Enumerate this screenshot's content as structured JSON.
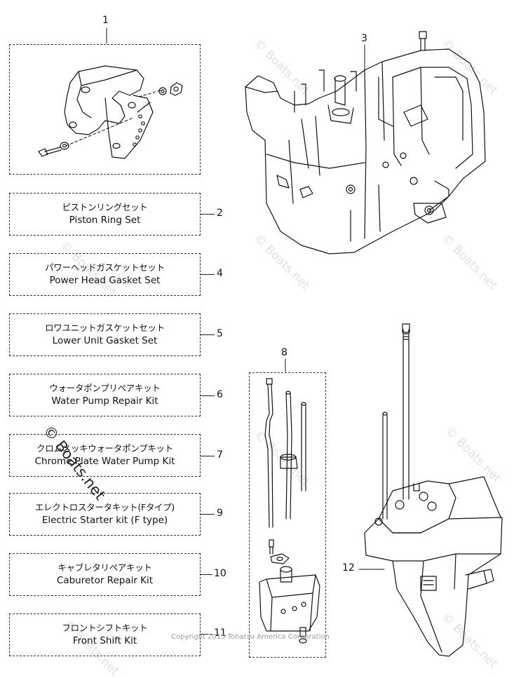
{
  "callouts": {
    "n1": "1",
    "n2": "2",
    "n3": "3",
    "n4": "4",
    "n5": "5",
    "n6": "6",
    "n7": "7",
    "n8": "8",
    "n9": "9",
    "n10": "10",
    "n11": "11",
    "n12": "12"
  },
  "kits": [
    {
      "jp": "ピストンリングセット",
      "en": "Piston Ring Set"
    },
    {
      "jp": "パワーヘッドガスケットセット",
      "en": "Power Head Gasket Set"
    },
    {
      "jp": "ロワユニットガスケットセット",
      "en": "Lower Unit Gasket Set"
    },
    {
      "jp": "ウォータポンプリペアキット",
      "en": "Water Pump Repair Kit"
    },
    {
      "jp": "クロムメッキウォータポンプキット",
      "en": "Chrome Plate Water Pump Kit"
    },
    {
      "jp": "エレクトロスタータキット(Fタイプ)",
      "en": "Electric Starter kit (F type)"
    },
    {
      "jp": "キャブレタリペアキット",
      "en": "Caburetor Repair Kit"
    },
    {
      "jp": "フロントシフトキット",
      "en": "Front Shift Kit"
    }
  ],
  "watermark": "© Boats.net",
  "copyright": "Copyright 2015 Tohatsu America Corporation"
}
